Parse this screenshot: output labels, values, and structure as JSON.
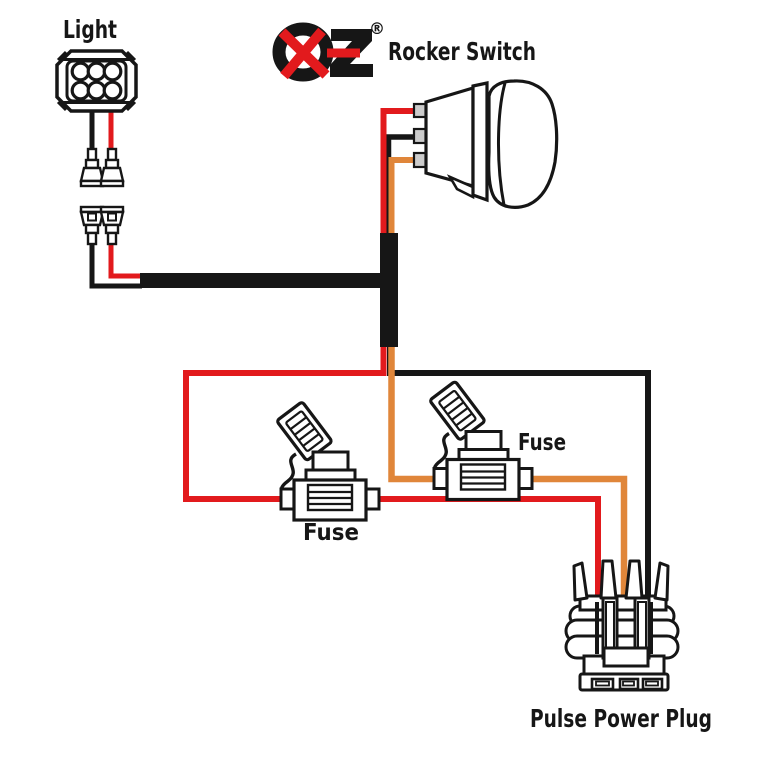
{
  "labels": {
    "light": "Light",
    "rocker_switch": "Rocker Switch",
    "fuse_top": "Fuse",
    "fuse_bottom": "Fuse",
    "power_plug": "Pulse Power Plug"
  },
  "logo": {
    "brand": "OZ",
    "registered_mark": "®"
  },
  "colors": {
    "background": "#ffffff",
    "outline": "#161616",
    "wire_red": "#e21a1d",
    "wire_orange": "#e0863a",
    "wire_black": "#161616",
    "logo_red": "#e21a1d",
    "terminal_gray": "#cccccc"
  },
  "wires": [
    {
      "color": "black",
      "from": "light",
      "to": "wiring-harness",
      "via": "quick-disconnect"
    },
    {
      "color": "red",
      "from": "light",
      "to": "wiring-harness",
      "via": "quick-disconnect"
    },
    {
      "color": "red",
      "from": "wiring-harness",
      "to": "rocker-switch-top-terminal"
    },
    {
      "color": "black",
      "from": "wiring-harness",
      "to": "rocker-switch-middle-terminal"
    },
    {
      "color": "orange",
      "from": "wiring-harness",
      "to": "rocker-switch-bottom-terminal"
    },
    {
      "color": "red",
      "from": "wiring-harness",
      "to": "pulse-power-plug",
      "via": "fuse-bottom"
    },
    {
      "color": "orange",
      "from": "wiring-harness",
      "to": "pulse-power-plug",
      "via": "fuse-top"
    },
    {
      "color": "black",
      "from": "wiring-harness",
      "to": "pulse-power-plug"
    }
  ]
}
